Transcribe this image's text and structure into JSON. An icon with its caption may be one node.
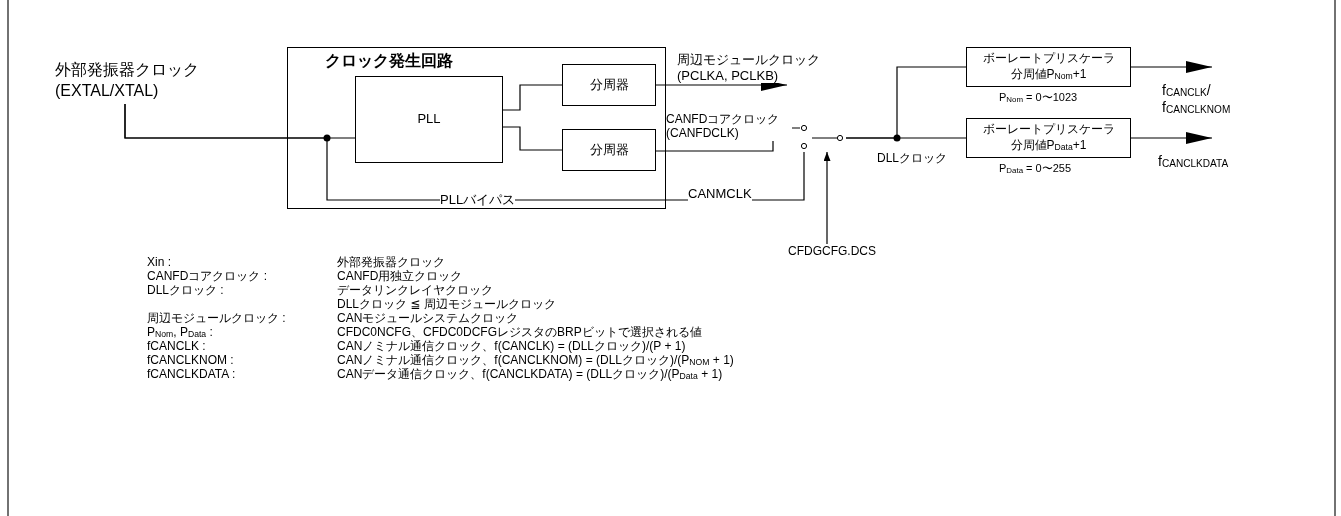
{
  "diagram": {
    "nodes": [
      {
        "text": [
          "外部発振器クロック (EXTAL/XTAL)"
        ]
      },
      {
        "text": [
          "クロック発生回路"
        ]
      },
      {
        "text": [
          "PLL"
        ],
        "in": 1
      },
      {
        "text": [
          "分周器"
        ],
        "in": 1
      },
      {
        "text": [
          "分周器"
        ],
        "in": 1
      },
      {
        "text": [],
        "shape": "switch"
      },
      {
        "text": [
          "CFDGCFG.DCS"
        ]
      },
      {
        "text": [
          "ボーレートプリスケーラ",
          "分周値P$_{Nom}$+1"
        ],
        "beside": [
          "P$_{Nom}$ = 0〜1023"
        ]
      },
      {
        "text": [
          "ボーレートプリスケーラ",
          "分周値P$_{Data}$+1"
        ],
        "beside": [
          "P$_{Data}$ = 0〜255"
        ]
      }
    ],
    "edges": [
      {
        "from": 0,
        "to": 2,
        "arrow": "none"
      },
      {
        "from": 0,
        "to": 5,
        "arrow": "none",
        "label": "PLLバイパス"
      },
      {
        "from": 2,
        "to": 3,
        "arrow": "none"
      },
      {
        "from": 2,
        "to": 4,
        "arrow": "none"
      },
      {
        "from": 3,
        "to": null,
        "arrow": "to",
        "label": "周辺モジュールクロック (PCLKA, PCLKB)"
      },
      {
        "from": 4,
        "to": 5,
        "arrow": "none",
        "label": "CANFDコアクロック (CANFDCLK)"
      },
      {
        "from": 6,
        "to": 5,
        "arrow": "to"
      },
      {
        "from": 5,
        "to": 7,
        "arrow": "none"
      },
      {
        "from": 5,
        "to": 8,
        "arrow": "none",
        "label": "DLLクロック"
      },
      {
        "from": 7,
        "to": null,
        "arrow": "to",
        "label": "f$_{CANCLK}$/ f$_{CANCLKNOM}$"
      },
      {
        "from": 8,
        "to": null,
        "arrow": "to",
        "label": "f$_{CANCLKDATA}$"
      }
    ],
    "labels": [
      "CANMCLK",
      "Xin :",
      "外部発振器クロック",
      "CANFDコアクロック :",
      "CANFD用独立クロック",
      "DLLクロック :",
      "データリンクレイヤクロック",
      "DLLクロック ≦ 周辺モジュールクロック",
      "周辺モジュールクロック :",
      "CANモジュールシステムクロック",
      "P$_{Nom}$, P$_{Data}$ :",
      "CFDC0NCFG、CFDC0DCFGレジスタのBRPビットで選択される値",
      "fCANCLK :",
      "CANノミナル通信クロック、f(CANCLK) = (DLLクロック)/(P + 1)",
      "fCANCLKNOM :",
      "CANノミナル通信クロック、f(CANCLKNOM) = (DLLクロック)/(P$_{NOM}$ + 1)",
      "fCANCLKDATA :",
      "CANデータ通信クロック、f(CANCLKDATA) = (DLLクロック)/(P$_{Data}$ + 1)"
    ]
  }
}
